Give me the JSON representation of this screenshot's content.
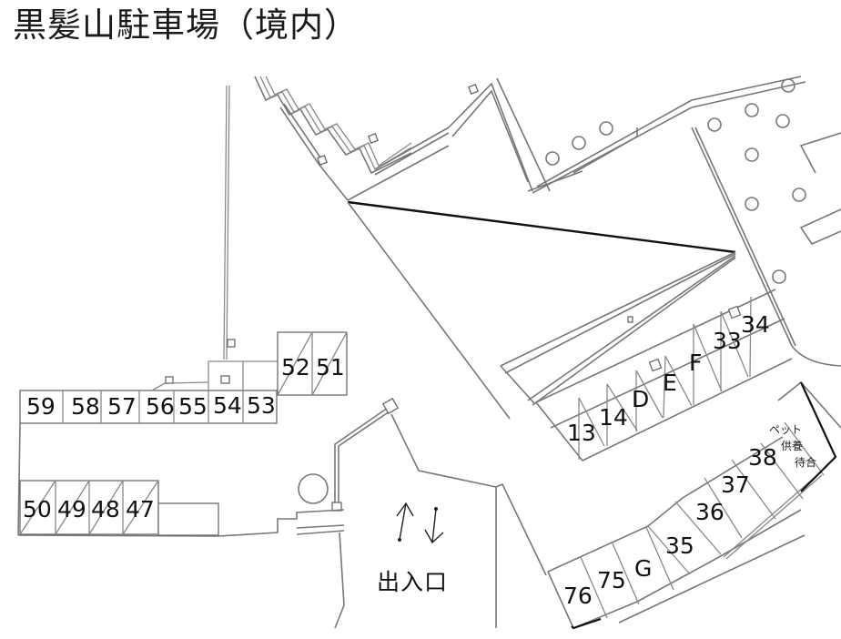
{
  "title": "黒髪山駐車場（境内）",
  "entrance": {
    "label": "出入口",
    "arrows": [
      "up-arrow",
      "down-arrow"
    ]
  },
  "spaces": {
    "top_left_row": [
      "59",
      "58",
      "57",
      "56",
      "55",
      "54",
      "53"
    ],
    "top_right_pair": [
      "52",
      "51"
    ],
    "bottom_left_row": [
      "50",
      "49",
      "48",
      "47"
    ],
    "diagonal_upper_row": [
      "13",
      "14",
      "D",
      "E",
      "F",
      "33",
      "34"
    ],
    "diagonal_lower_row": [
      "76",
      "75",
      "G",
      "35",
      "36",
      "37",
      "38"
    ]
  },
  "pet_area": {
    "line1": "ペット",
    "line2": "供養",
    "line3": "待合"
  }
}
